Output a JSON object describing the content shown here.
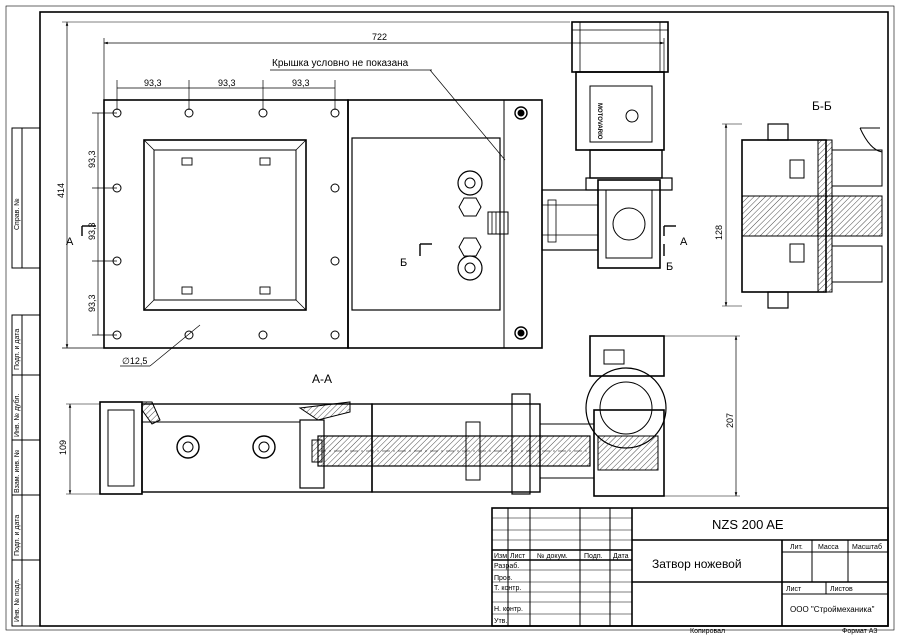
{
  "drawing": {
    "dims": {
      "overall_length": "722",
      "overall_height": "414",
      "pitch_h1": "93,3",
      "pitch_h2": "93,3",
      "pitch_h3": "93,3",
      "pitch_v1": "93,3",
      "pitch_v2": "93,3",
      "pitch_v3": "93,3",
      "hole_diameter": "∅12,5",
      "section_height": "109",
      "drive_height": "207",
      "bb_height": "128"
    },
    "notes": {
      "cover_note": "Крышка условно не показана"
    },
    "section_marks": {
      "a": "А",
      "b": "Б",
      "aa_title": "А-А",
      "bb_title": "Б-Б"
    },
    "motor_brand": "MOTOVARIO"
  },
  "side_stamps": [
    "Справ. №",
    "Подп. и дата",
    "Инв. № дубл.",
    "Взам. инв. №",
    "Подп. и дата",
    "Инв. № подл."
  ],
  "title_block": {
    "designation": "NZS 200 AE",
    "name": "Затвор ножевой",
    "company": "ООО \"Строймеханика\"",
    "col_izm": "Изм.",
    "col_list": "Лист",
    "col_doc": "№ докум.",
    "col_sign": "Подп.",
    "col_date": "Дата",
    "row_razrab": "Разраб.",
    "row_prov": "Пров.",
    "row_tkontr": "Т. контр.",
    "row_nkontr": "Н. контр.",
    "row_utv": "Утв.",
    "lit": "Лит.",
    "mass": "Масса",
    "scale": "Масштаб",
    "sheet": "Лист",
    "sheets": "Листов",
    "copied": "Копировал",
    "format": "Формат А3"
  }
}
